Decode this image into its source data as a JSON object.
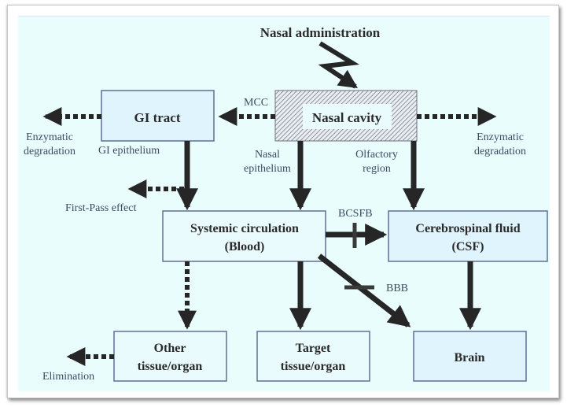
{
  "title": "Nasal administration",
  "colors": {
    "background": "#eafdfd",
    "box_fill": "#e0f4fd",
    "box_fill_light": "#eafbfd",
    "box_stroke": "#5f6f95",
    "arrow": "#262626",
    "label_text": "#3b4a63",
    "box_text": "#2a2a2a"
  },
  "nodes": {
    "nasal_cavity": {
      "label": "Nasal cavity"
    },
    "gi_tract": {
      "label": "GI tract"
    },
    "systemic": {
      "line1": "Systemic circulation",
      "line2": "(Blood)"
    },
    "csf": {
      "line1": "Cerebrospinal fluid",
      "line2": "(CSF)"
    },
    "other_tissue": {
      "line1": "Other",
      "line2": "tissue/organ"
    },
    "target_tissue": {
      "line1": "Target",
      "line2": "tissue/organ"
    },
    "brain": {
      "label": "Brain"
    }
  },
  "labels": {
    "mcc": "MCC",
    "enzymatic_left_1": "Enzymatic",
    "enzymatic_left_2": "degradation",
    "enzymatic_right_1": "Enzymatic",
    "enzymatic_right_2": "degradation",
    "gi_epithelium": "GI epithelium",
    "nasal_epithelium_1": "Nasal",
    "nasal_epithelium_2": "epithelium",
    "olfactory_1": "Olfactory",
    "olfactory_2": "region",
    "first_pass": "First-Pass effect",
    "bcsfb": "BCSFB",
    "bbb": "BBB",
    "elimination": "Elimination"
  },
  "edges": [
    {
      "from": "Nasal administration",
      "to": "Nasal cavity",
      "style": "zigzag"
    },
    {
      "from": "Nasal cavity",
      "to": "GI tract",
      "label": "MCC",
      "style": "dashed"
    },
    {
      "from": "Nasal cavity",
      "to": "Enzymatic degradation",
      "style": "dashed"
    },
    {
      "from": "GI tract",
      "to": "Enzymatic degradation",
      "style": "dashed"
    },
    {
      "from": "GI tract",
      "to": "Systemic circulation",
      "label": "GI epithelium",
      "style": "solid"
    },
    {
      "from": "GI epithelium",
      "to": "First-Pass effect",
      "style": "dashed"
    },
    {
      "from": "Nasal cavity",
      "to": "Systemic circulation",
      "label": "Nasal epithelium",
      "style": "solid"
    },
    {
      "from": "Nasal cavity",
      "to": "Cerebrospinal fluid",
      "label": "Olfactory region",
      "style": "solid"
    },
    {
      "from": "Systemic circulation",
      "to": "Cerebrospinal fluid",
      "label": "BCSFB",
      "style": "solid-barrier"
    },
    {
      "from": "Systemic circulation",
      "to": "Brain",
      "label": "BBB",
      "style": "solid-barrier"
    },
    {
      "from": "Systemic circulation",
      "to": "Other tissue/organ",
      "style": "dashed"
    },
    {
      "from": "Systemic circulation",
      "to": "Target tissue/organ",
      "style": "solid"
    },
    {
      "from": "Cerebrospinal fluid",
      "to": "Brain",
      "style": "solid"
    },
    {
      "from": "Other tissue/organ",
      "to": "Elimination",
      "style": "dashed"
    }
  ]
}
